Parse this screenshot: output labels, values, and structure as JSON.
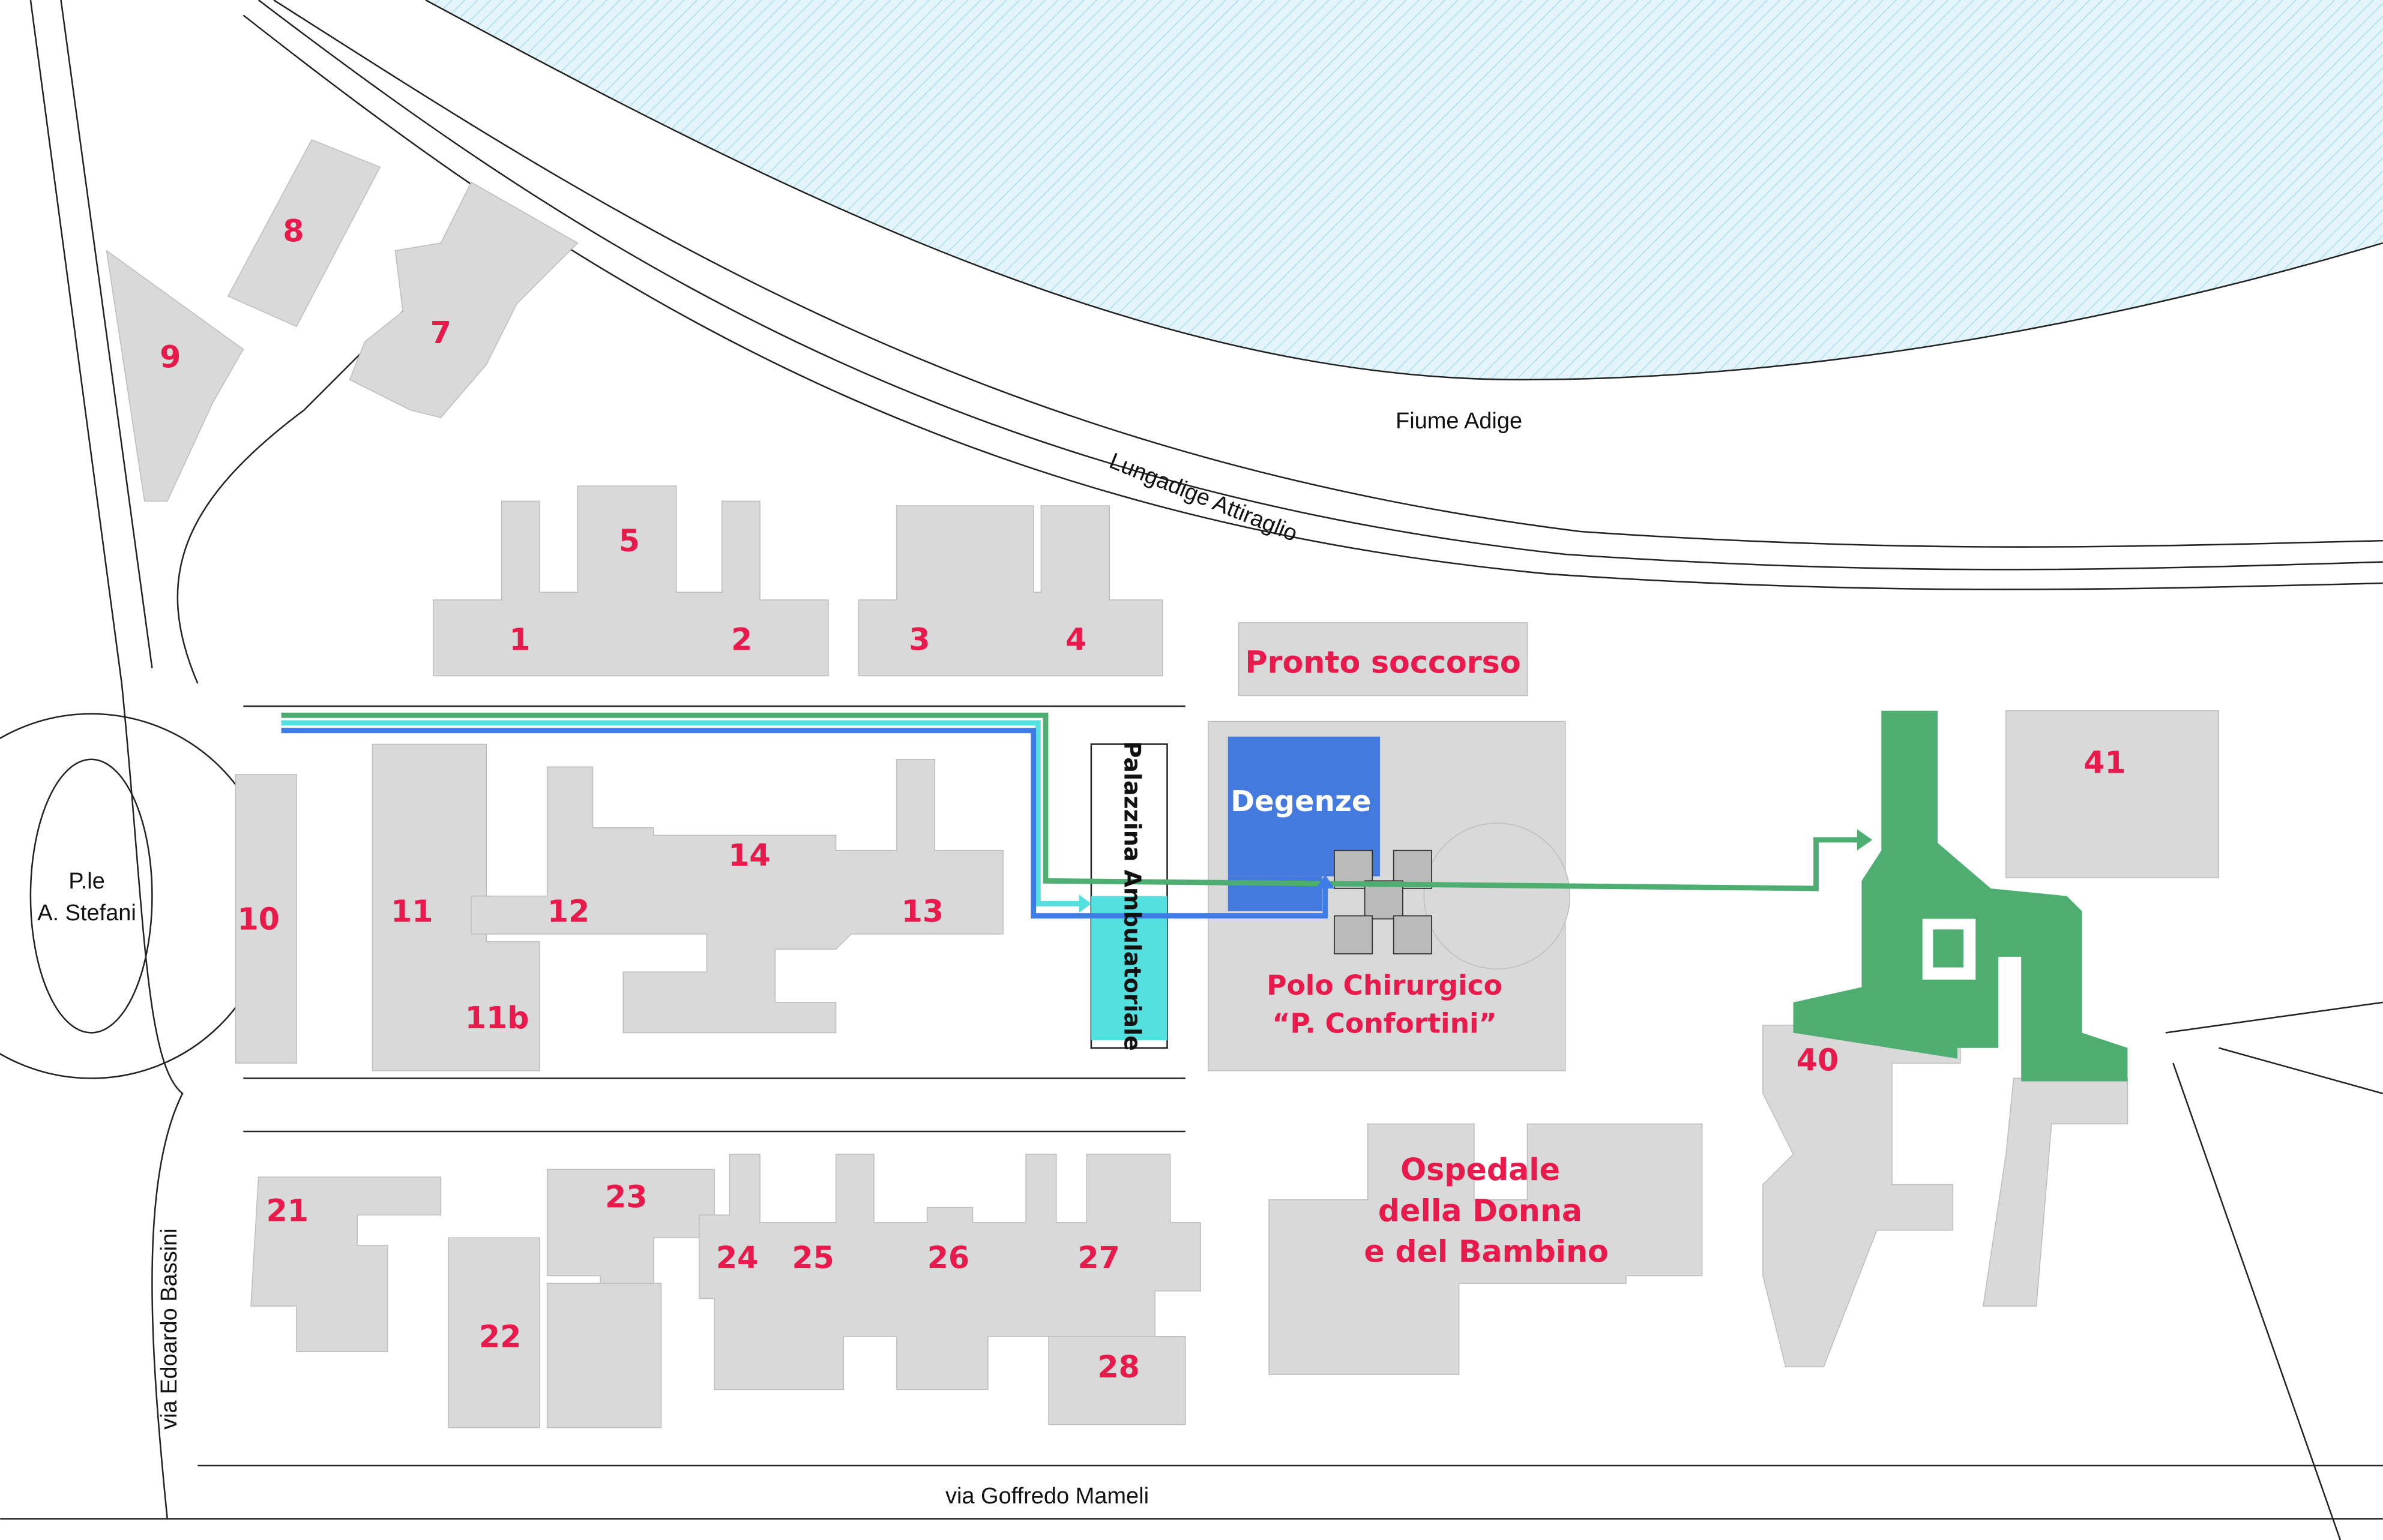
{
  "water": {
    "name": "Fiume Adige"
  },
  "streets": {
    "lungadige": "Lungadige Attiraglio",
    "mameli": "via Goffredo Mameli",
    "bassini": "via Edoardo Bassini",
    "piazzale_line1": "P.le",
    "piazzale_line2": "A. Stefani"
  },
  "buildings": {
    "b1": "1",
    "b2": "2",
    "b3": "3",
    "b4": "4",
    "b5": "5",
    "b7": "7",
    "b8": "8",
    "b9": "9",
    "b10": "10",
    "b11": "11",
    "b11b": "11b",
    "b12": "12",
    "b13": "13",
    "b14": "14",
    "b21": "21",
    "b22": "22",
    "b23": "23",
    "b24": "24",
    "b25": "25",
    "b26": "26",
    "b27": "27",
    "b28": "28",
    "b40": "40",
    "b41": "41"
  },
  "named_buildings": {
    "pronto_soccorso": "Pronto soccorso",
    "degenze": "Degenze",
    "palazzina": "Palazzina Ambulatoriale",
    "polo_line1": "Polo Chirurgico",
    "polo_line2": "“P. Confortini”",
    "ospedale_line1": "Ospedale",
    "ospedale_line2": "della Donna",
    "ospedale_line3": "e del Bambino"
  },
  "colors": {
    "label_red": "#e8194b",
    "degenze_blue": "#4479dd",
    "palazzina_cyan": "#55e0e0",
    "route_green": "#4eae72",
    "building_gray": "#d9d9d9",
    "water": "#cdeef8"
  }
}
